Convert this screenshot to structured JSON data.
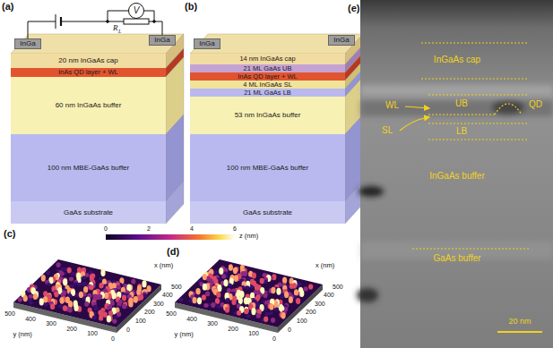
{
  "diagram": {
    "nodes": [
      {
        "text": [
          "20 nm InGaAs cap"
        ]
      },
      {
        "text": [
          "InAs QD layer + WL"
        ]
      },
      {
        "text": [
          "60 nm InGaAs buffer"
        ]
      },
      {
        "text": [
          "100 nm MBE-GaAs buffer"
        ]
      },
      {
        "text": [
          "GaAs substrate"
        ]
      },
      {
        "text": [
          "InGa"
        ]
      },
      {
        "text": [
          "InGa"
        ]
      },
      {
        "text": [
          "V"
        ]
      },
      {
        "text": [
          "14 nm InGaAs cap"
        ]
      },
      {
        "text": [
          "21 ML GaAs UB"
        ]
      },
      {
        "text": [
          "InAs QD layer + WL"
        ]
      },
      {
        "text": [
          "4 ML InGaAs SL"
        ]
      },
      {
        "text": [
          "21 ML GaAs LB"
        ]
      },
      {
        "text": [
          "53 nm InGaAs buffer"
        ]
      },
      {
        "text": [
          "100 nm MBE-GaAs buffer"
        ]
      },
      {
        "text": [
          "GaAs substrate"
        ]
      },
      {
        "text": [
          "InGa"
        ]
      },
      {
        "text": [
          "InGa"
        ]
      }
    ],
    "edges": [
      {
        "from": 5,
        "to": 6,
        "arrow": "none"
      }
    ],
    "labels": [
      "(a)",
      "R",
      "L",
      "(b)",
      "(c)",
      "(d)",
      "0",
      "2",
      "4",
      "6",
      "z (nm)",
      "500",
      "400",
      "300",
      "200",
      "100",
      "0",
      "y (nm)",
      "0",
      "100",
      "200",
      "300",
      "400",
      "500",
      "x (nm)",
      "500",
      "400",
      "300",
      "200",
      "100",
      "0",
      "y (nm)",
      "0",
      "100",
      "200",
      "300",
      "400",
      "500",
      "x (nm)",
      "(e)",
      "InGaAs cap",
      "WL",
      "UB",
      "QD",
      "SL",
      "LB",
      "InGaAs buffer",
      "GaAs buffer",
      "20 nm"
    ]
  }
}
